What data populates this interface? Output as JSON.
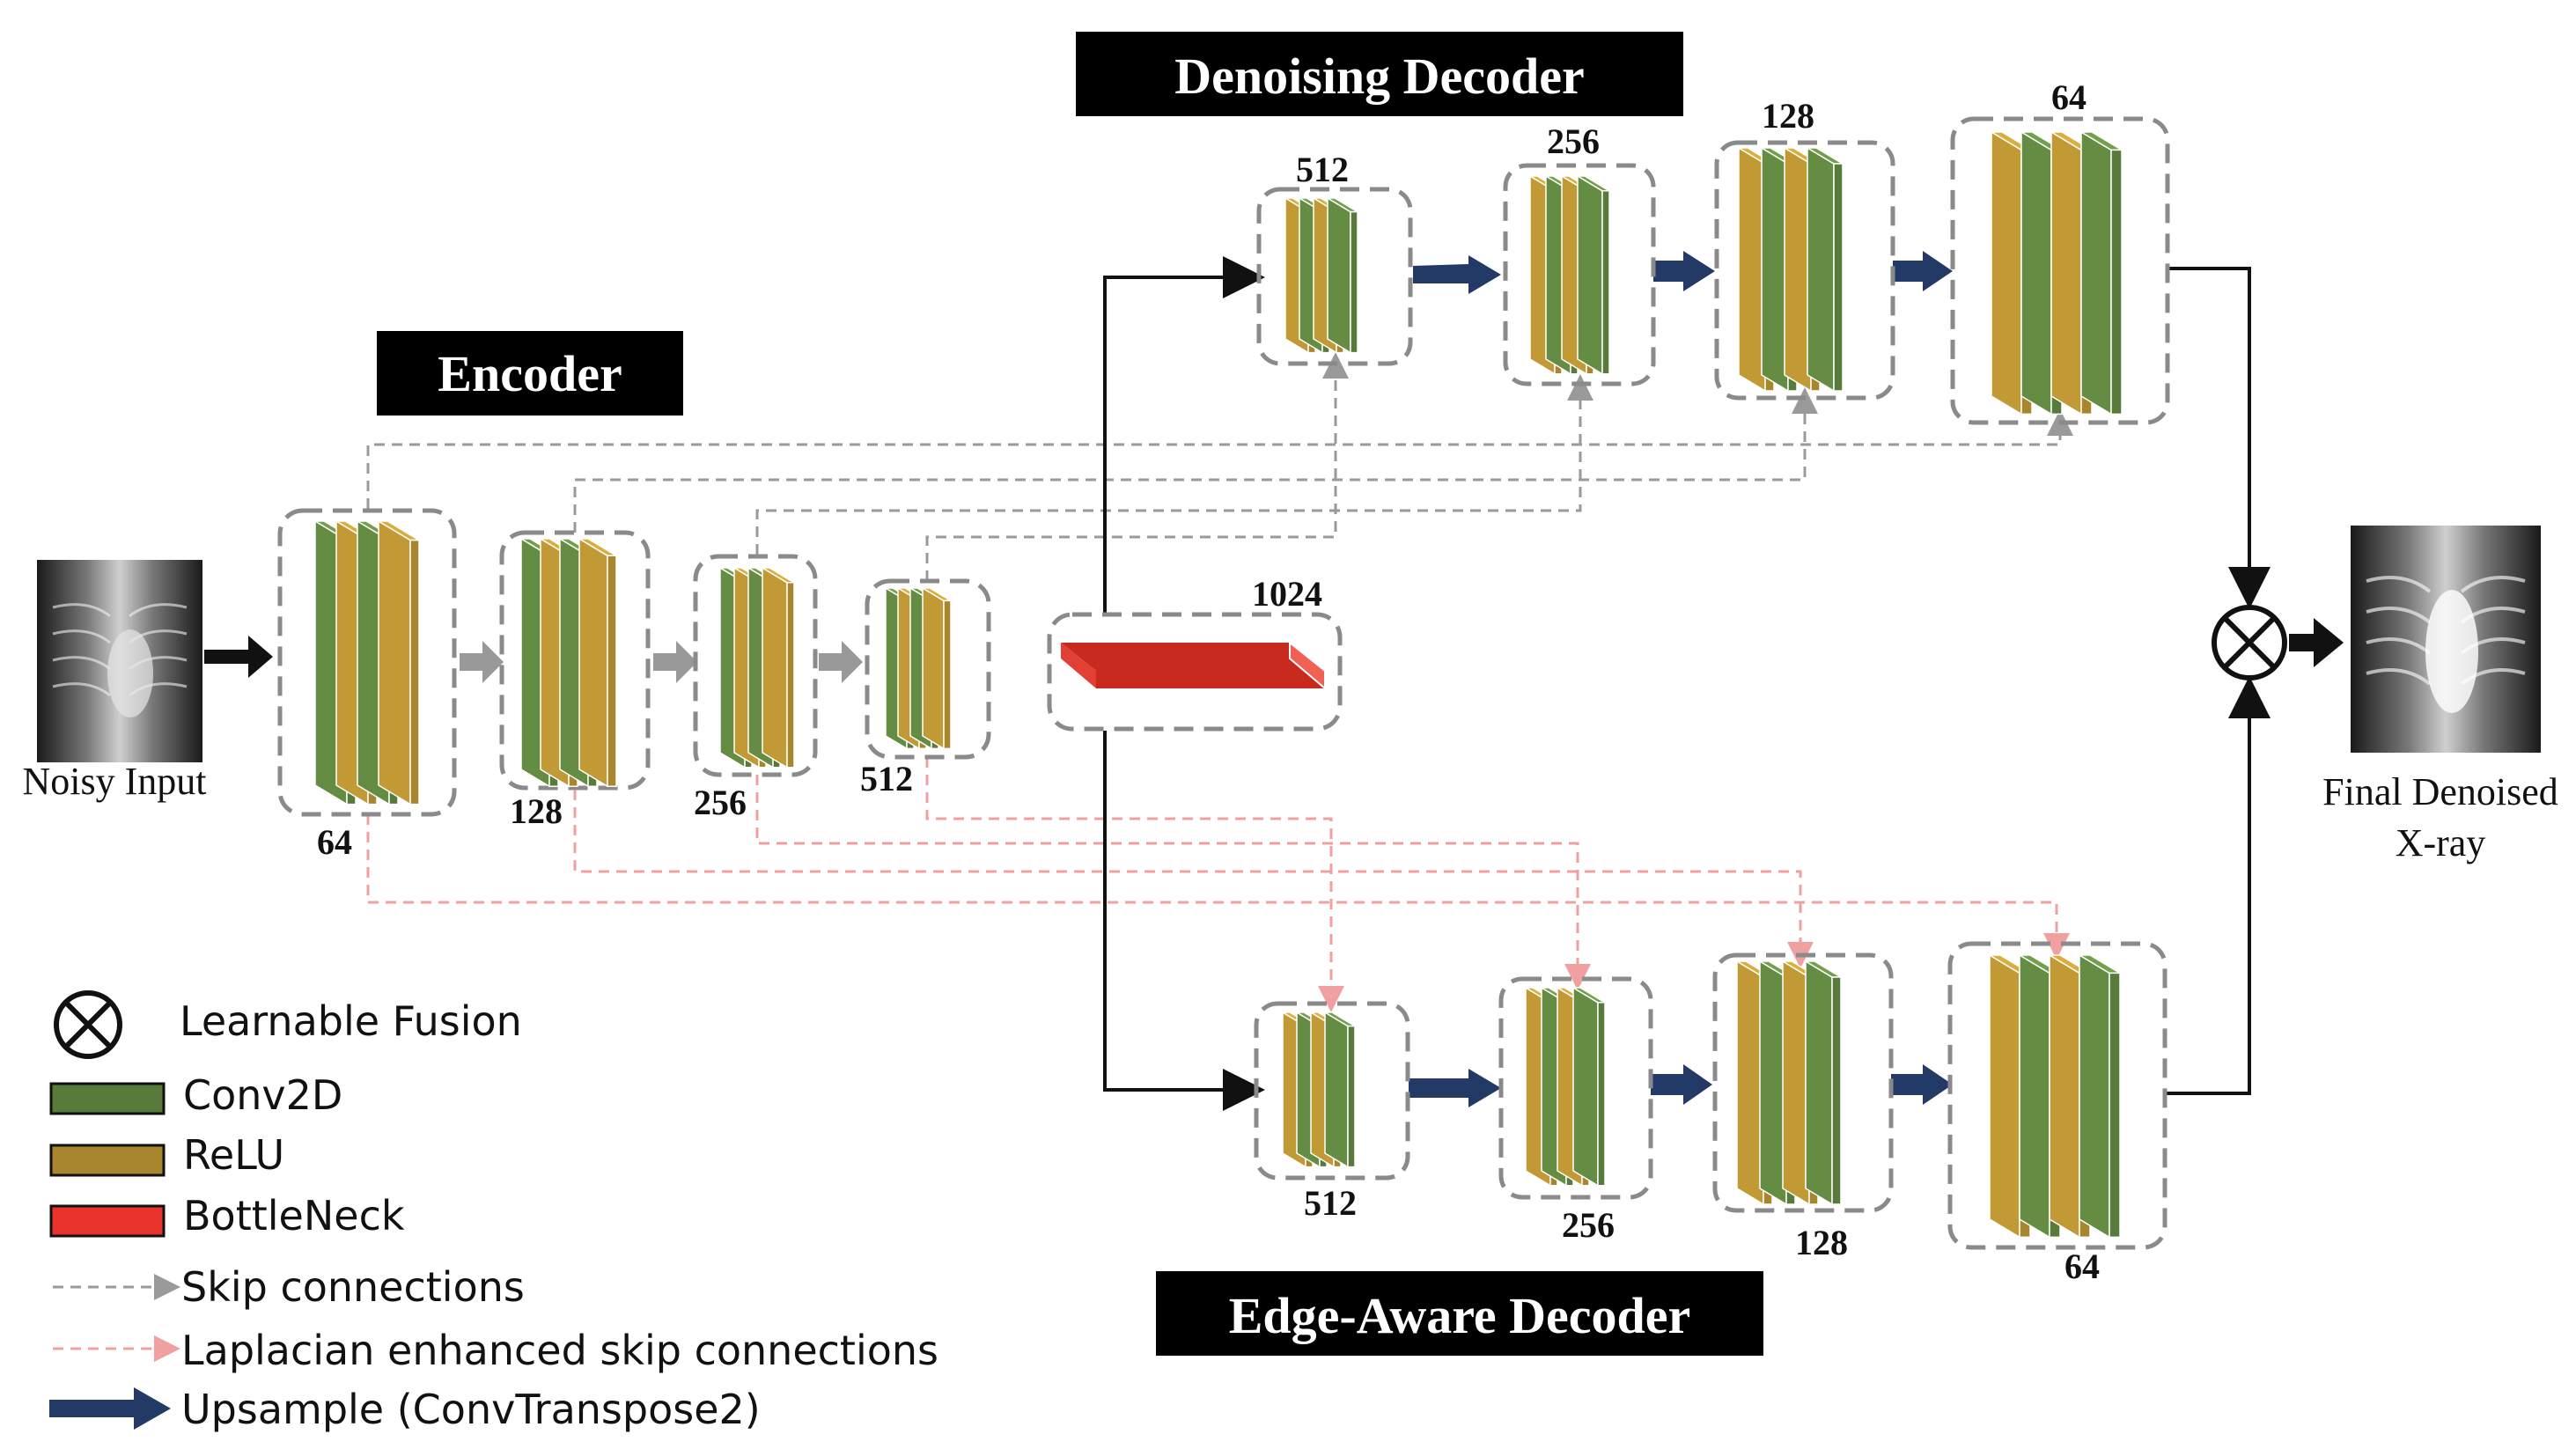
{
  "titles": {
    "encoder": "Encoder",
    "denoising_decoder": "Denoising Decoder",
    "edge_decoder": "Edge-Aware Decoder"
  },
  "input_caption": "Noisy Input",
  "output_caption": [
    "Final Denoised",
    "X-ray"
  ],
  "encoder_channels": [
    "64",
    "128",
    "256",
    "512"
  ],
  "bottleneck_channels": "1024",
  "denoising_channels": [
    "512",
    "256",
    "128",
    "64"
  ],
  "edge_channels": [
    "512",
    "256",
    "128",
    "64"
  ],
  "legend": {
    "fusion": "Learnable Fusion",
    "conv": "Conv2D",
    "relu": "ReLU",
    "bottleneck": "BottleNeck",
    "skip": "Skip connections",
    "laplacian": "Laplacian enhanced skip connections",
    "upsample": "Upsample (ConvTranspose2)"
  },
  "colors": {
    "conv": "#587a3a",
    "relu": "#a8862e",
    "bottleneck": "#d63528",
    "upsample_arrow": "#233a66",
    "skip": "#9a9a9a",
    "laplacian": "#f0a0a0",
    "title_bg": "#000000"
  }
}
